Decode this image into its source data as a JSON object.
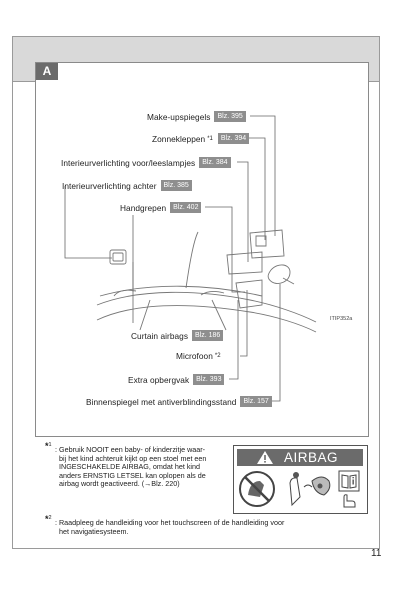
{
  "section": {
    "badge": "A"
  },
  "callouts": [
    {
      "label": "Make-upspiegels",
      "ref": "Blz. 395"
    },
    {
      "label": "Zonnekleppen",
      "mark": "*1",
      "ref": "Blz. 394"
    },
    {
      "label": "Interieurverlichting voor/leeslampjes",
      "ref": "Blz. 384"
    },
    {
      "label": "Interieurverlichting achter",
      "ref": "Blz. 385"
    },
    {
      "label": "Handgrepen",
      "ref": "Blz. 402"
    },
    {
      "label": "Curtain airbags",
      "ref": "Blz. 186"
    },
    {
      "label": "Microfoon",
      "mark": "*2"
    },
    {
      "label": "Extra opbergvak",
      "ref": "Blz. 393"
    },
    {
      "label": "Binnenspiegel met antiverblindingsstand",
      "ref": "Blz. 157"
    }
  ],
  "image_code": "ITIP352a",
  "notes": [
    {
      "mark": "*",
      "num": "1",
      "lines": [
        ": Gebruik NOOIT een baby- of kinderzitje waar-",
        "bij het kind achteruit kijkt op een stoel met een",
        "INGESCHAKELDE AIRBAG, omdat het kind",
        "anders ERNSTIG LETSEL kan oplopen als de",
        "airbag wordt geactiveerd. (→Blz. 220)"
      ]
    },
    {
      "mark": "*",
      "num": "2",
      "lines": [
        ": Raadpleeg de handleiding voor het touchscreen of de handleiding voor",
        "het navigatiesysteem."
      ]
    }
  ],
  "airbag_label": {
    "title": "AIRBAG"
  },
  "page_number": "11",
  "colors": {
    "ref_box": "#8e8e8e",
    "header_band": "#d9d9d9",
    "badge": "#6b6b6b"
  }
}
